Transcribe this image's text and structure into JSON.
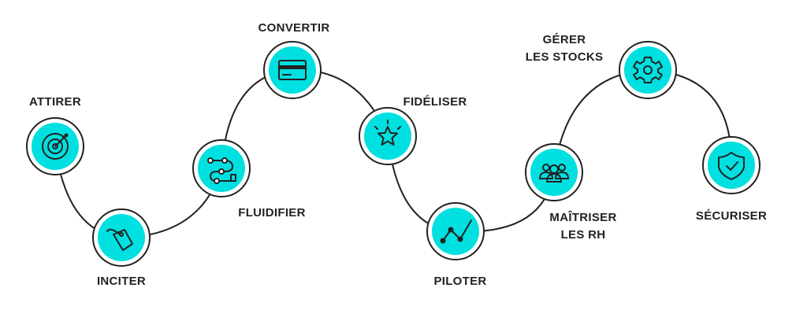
{
  "colors": {
    "accent": "#00e0e0",
    "line": "#222222"
  },
  "steps": [
    {
      "label": "ATTIRER",
      "icon": "target-icon"
    },
    {
      "label": "INCITER",
      "icon": "price-tag-icon"
    },
    {
      "label": "FLUIDIFIER",
      "icon": "route-path-icon"
    },
    {
      "label": "CONVERTIR",
      "icon": "credit-card-icon"
    },
    {
      "label": "FIDÉLISER",
      "icon": "star-icon"
    },
    {
      "label": "PILOTER",
      "icon": "line-chart-icon"
    },
    {
      "label": "MAÎTRISER",
      "label2": "LES RH",
      "icon": "team-icon"
    },
    {
      "label": "GÉRER",
      "label2": "LES STOCKS",
      "icon": "gear-icon"
    },
    {
      "label": "SÉCURISER",
      "icon": "shield-check-icon"
    }
  ]
}
